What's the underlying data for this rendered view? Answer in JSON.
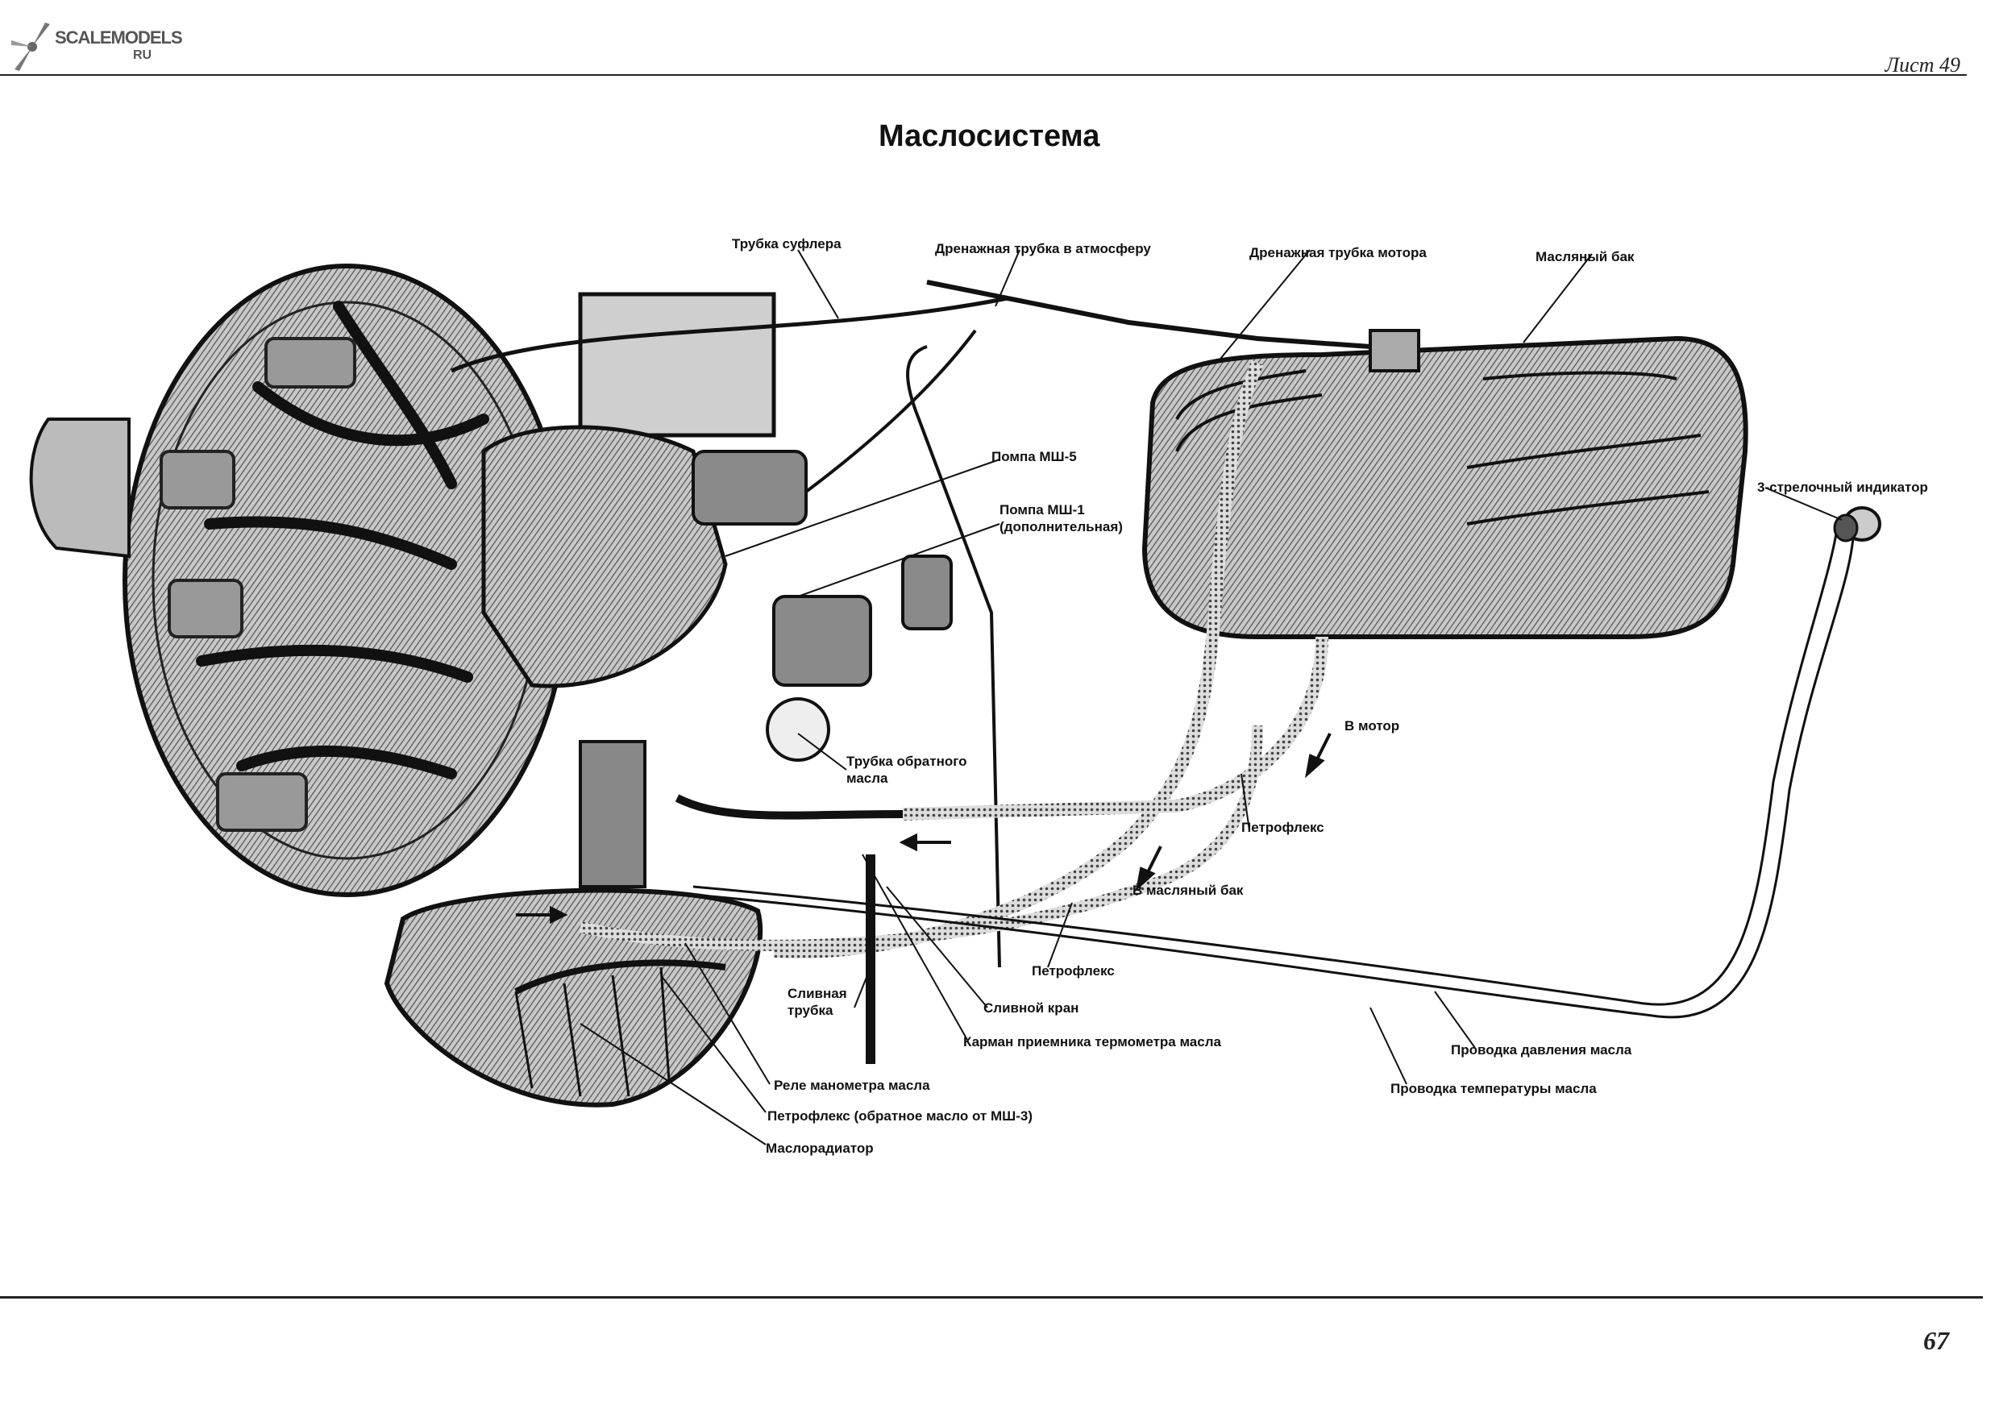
{
  "header": {
    "logo_text": "SCALEMODELS",
    "logo_sub": "RU",
    "sheet": "Лист 49"
  },
  "title": "Маслосистема",
  "labels": {
    "suflyor": "Трубка суфлера",
    "drain_atm": "Дренажная трубка в атмосферу",
    "drain_motor": "Дренажная трубка мотора",
    "oil_tank": "Масляный бак",
    "pump_ms5": "Помпа МШ-5",
    "pump_ms1": "Помпа МШ-1\n(дополнительная)",
    "indicator": "3-стрелочный индикатор",
    "to_motor": "В мотор",
    "return_tube": "Трубка обратного\nмасла",
    "petroflex_1": "Петрофлекс",
    "to_tank": "В масляный бак",
    "petroflex_2": "Петрофлекс",
    "drain_tube": "Сливная\nтрубка",
    "drain_valve": "Сливной кран",
    "thermo_pocket": "Карман приемника термометра масла",
    "pressure_wire": "Проводка давления масла",
    "manometer_relay": "Реле манометра масла",
    "temp_wire": "Проводка температуры масла",
    "petroflex_return": "Петрофлекс (обратное масло от МШ-3)",
    "radiator": "Маслорадиатор"
  },
  "footer": {
    "page_number": "67"
  }
}
